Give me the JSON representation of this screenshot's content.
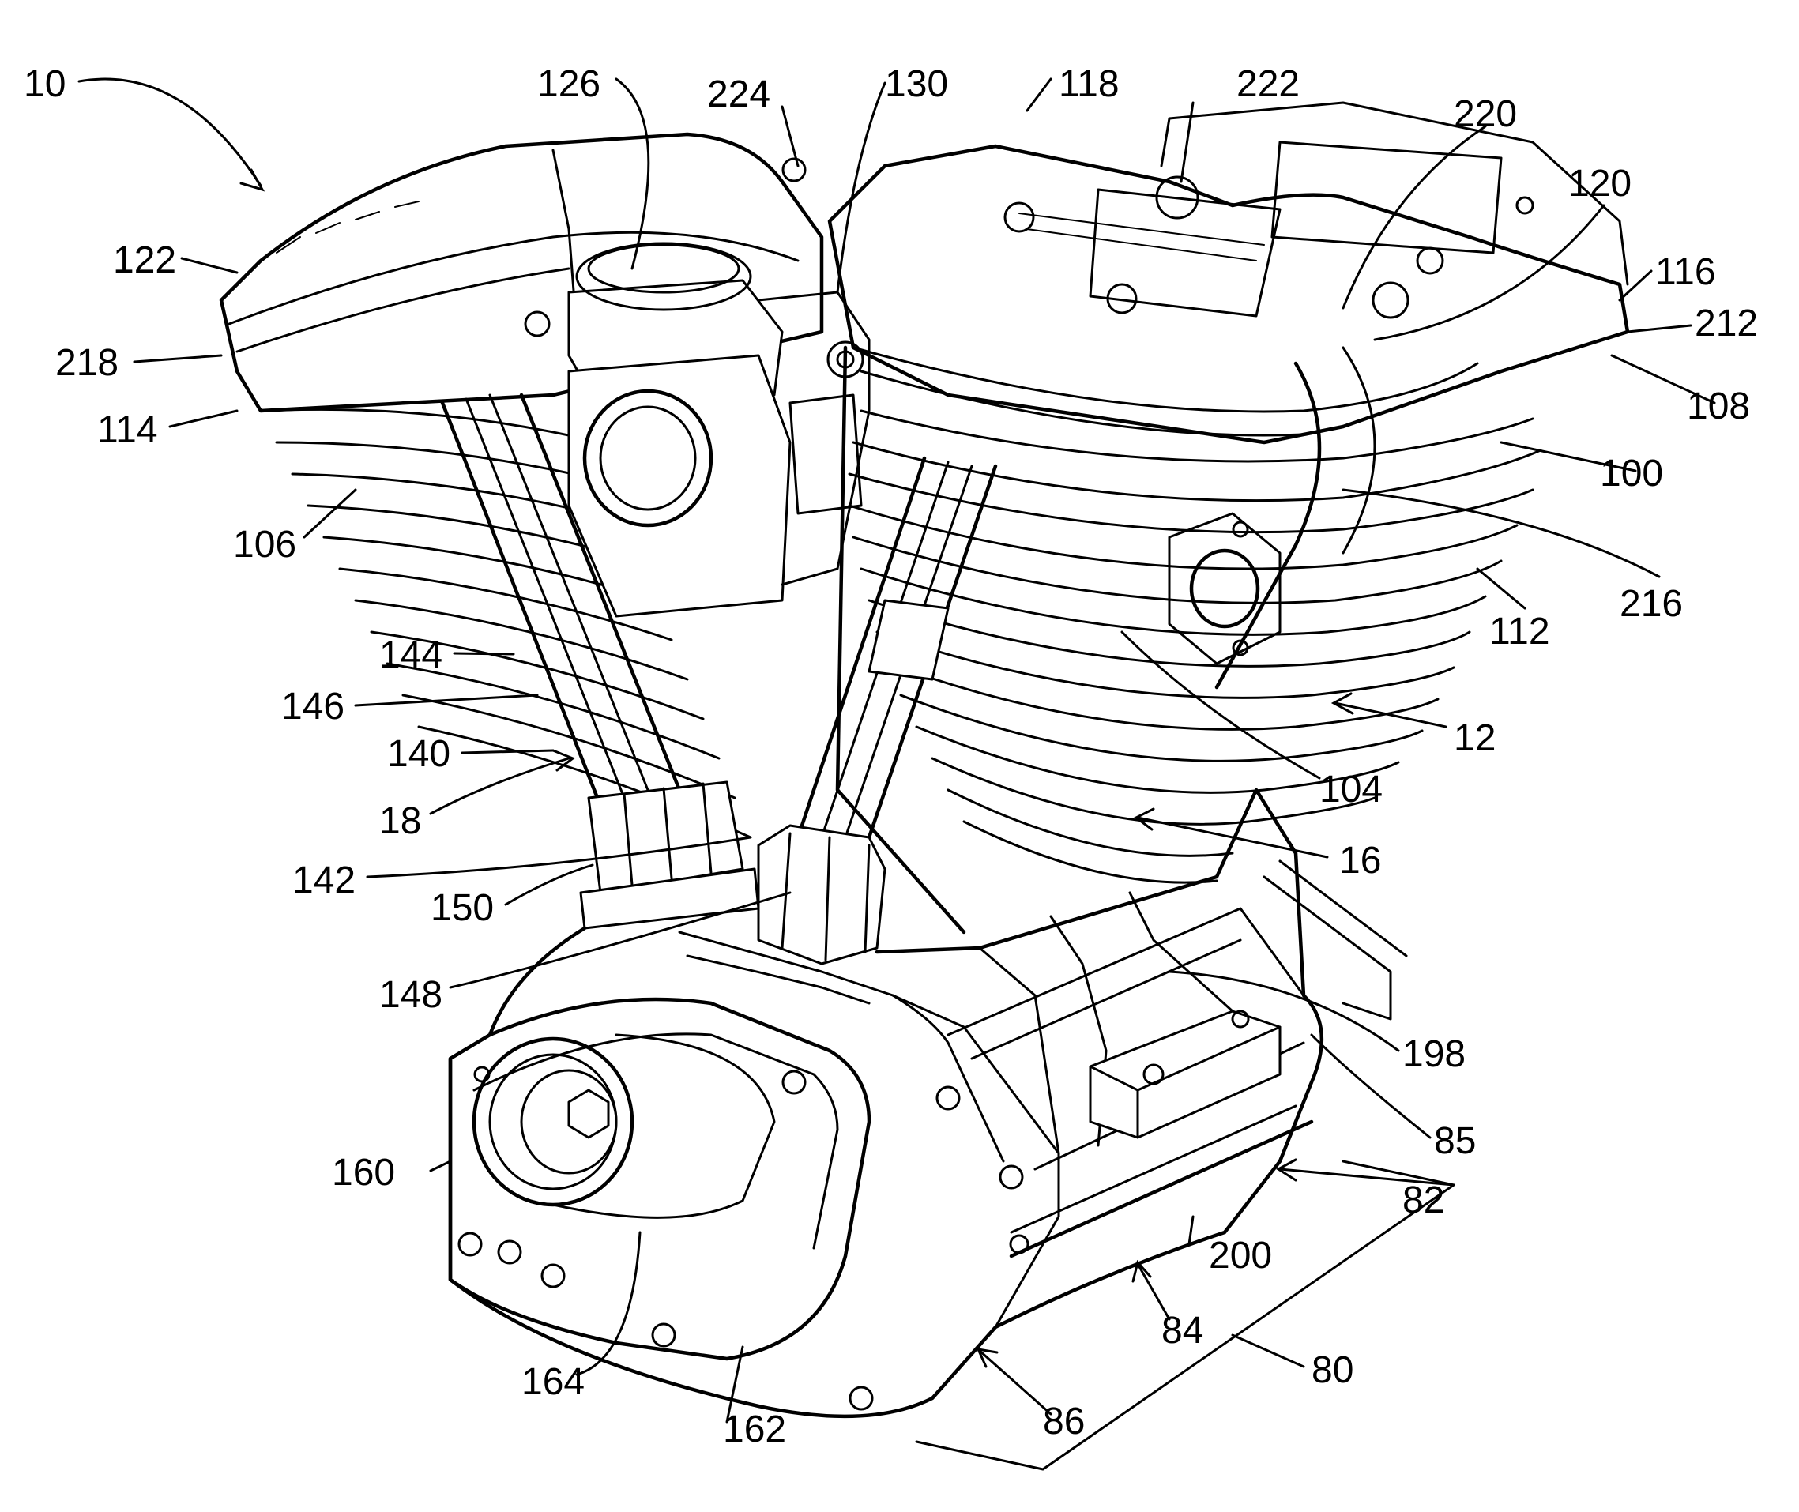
{
  "figure": {
    "background": "#ffffff",
    "line_color": "#000000",
    "subject": "v-twin-engine-assembly"
  },
  "labels": {
    "l10": "10",
    "l126": "126",
    "l224": "224",
    "l130": "130",
    "l118": "118",
    "l222": "222",
    "l220": "220",
    "l120": "120",
    "l122": "122",
    "l218": "218",
    "l114": "114",
    "l116": "116",
    "l212": "212",
    "l108": "108",
    "l100": "100",
    "l106": "106",
    "l216": "216",
    "l112": "112",
    "l144": "144",
    "l146": "146",
    "l140": "140",
    "l18": "18",
    "l12": "12",
    "l104": "104",
    "l142": "142",
    "l16": "16",
    "l150": "150",
    "l148": "148",
    "l198": "198",
    "l85": "85",
    "l160": "160",
    "l82": "82",
    "l200": "200",
    "l84": "84",
    "l80": "80",
    "l164": "164",
    "l162": "162",
    "l86": "86"
  }
}
